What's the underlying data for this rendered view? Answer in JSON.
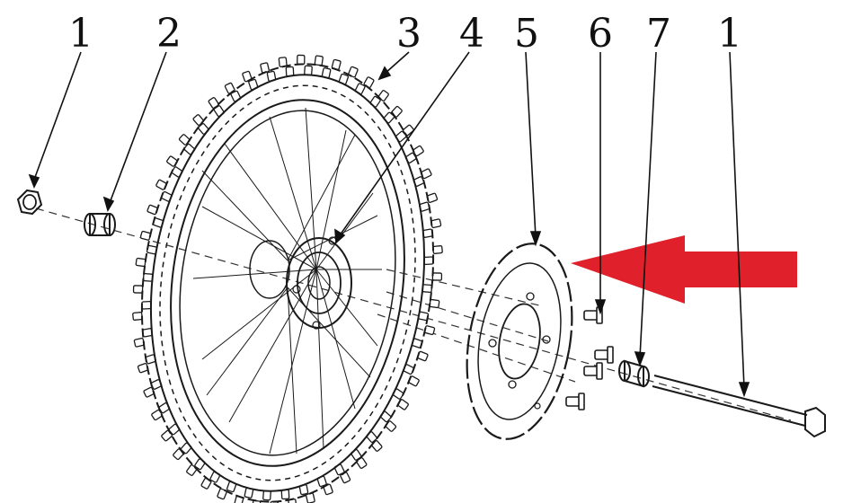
{
  "callouts": [
    {
      "id": "axle-nut",
      "label": "1"
    },
    {
      "id": "spacer-left",
      "label": "2"
    },
    {
      "id": "tire",
      "label": "3"
    },
    {
      "id": "hub",
      "label": "4"
    },
    {
      "id": "brake-disc",
      "label": "5"
    },
    {
      "id": "disc-bolt",
      "label": "6"
    },
    {
      "id": "spacer-right",
      "label": "7"
    },
    {
      "id": "axle",
      "label": "1"
    }
  ],
  "colors": {
    "ink": "#1a1a1a",
    "arrow": "#e0202a",
    "background": "#ffffff"
  }
}
